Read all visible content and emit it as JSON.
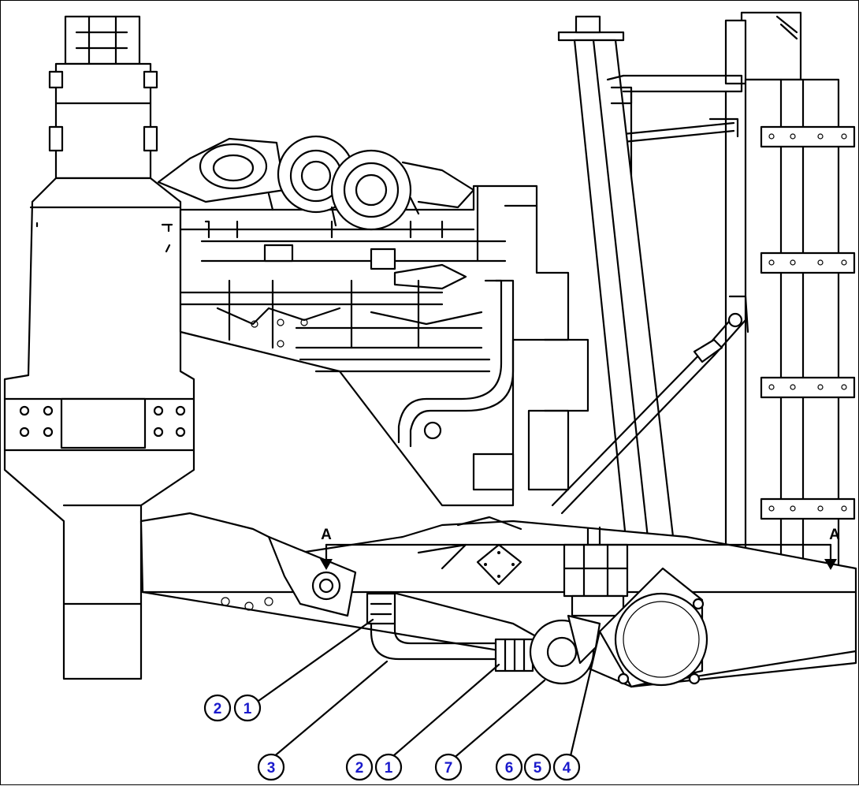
{
  "section": {
    "label_left": "A",
    "label_right": "A"
  },
  "callouts": [
    {
      "id": "c-2-a",
      "text": "2"
    },
    {
      "id": "c-1-a",
      "text": "1"
    },
    {
      "id": "c-3",
      "text": "3"
    },
    {
      "id": "c-2-b",
      "text": "2"
    },
    {
      "id": "c-1-b",
      "text": "1"
    },
    {
      "id": "c-7",
      "text": "7"
    },
    {
      "id": "c-6",
      "text": "6"
    },
    {
      "id": "c-5",
      "text": "5"
    },
    {
      "id": "c-4",
      "text": "4"
    }
  ],
  "colors": {
    "callout_text": "#1a1acc",
    "line": "#000000",
    "background": "#ffffff"
  }
}
